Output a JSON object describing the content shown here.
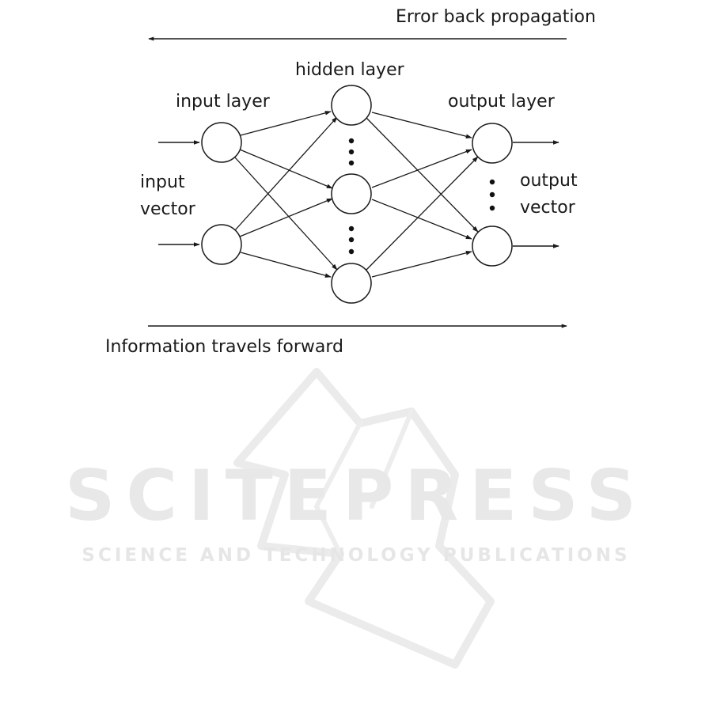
{
  "labels": {
    "error_back_propagation": "Error back propagation",
    "hidden_layer": "hidden layer",
    "input_layer": "input layer",
    "output_layer": "output layer",
    "input_vector_line1": "input",
    "input_vector_line2": "vector",
    "output_vector_line1": "output",
    "output_vector_line2": "vector",
    "information_travels_forward": "Information travels forward"
  },
  "watermark": {
    "title": "SCITEPRESS",
    "subtitle": "SCIENCE AND TECHNOLOGY PUBLICATIONS"
  },
  "colors": {
    "ink": "#1a1a1a",
    "watermark": "#e6e6e6"
  }
}
